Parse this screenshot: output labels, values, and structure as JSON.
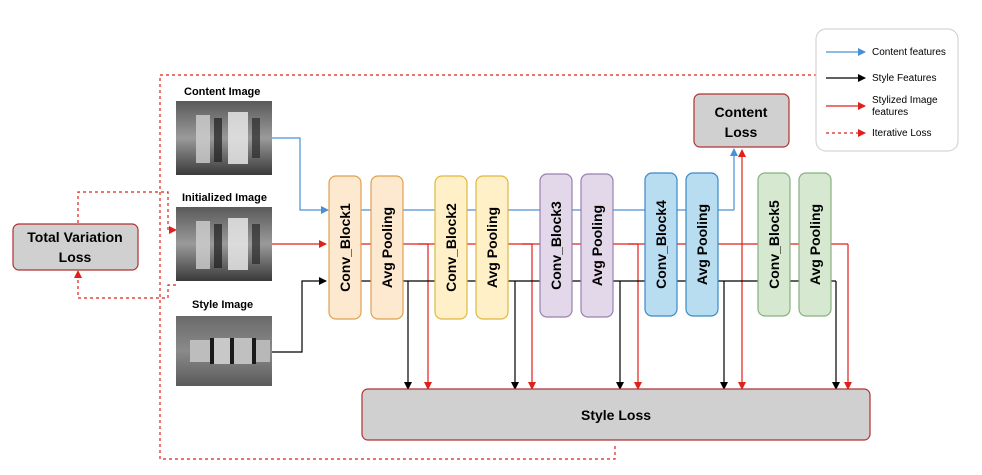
{
  "colors": {
    "content": "#4a90d9",
    "style": "#000000",
    "stylized": "#e0201a",
    "iterative": "#e0201a",
    "conv1": "#fde9cf",
    "conv2": "#fff0c8",
    "conv3": "#e2d8ea",
    "conv4": "#b8dcf0",
    "conv5": "#d6e8d0",
    "loss_box": "#d0d0d0"
  },
  "images": {
    "content_label": "Content Image",
    "initialized_label": "Initialized Image",
    "style_label": "Style Image"
  },
  "boxes": {
    "total_variation_line1": "Total Variation",
    "total_variation_line2": "Loss",
    "content_loss_line1": "Content",
    "content_loss_line2": "Loss",
    "style_loss": "Style Loss"
  },
  "blocks": [
    {
      "conv": "Conv_Block1",
      "pool": "Avg Pooling"
    },
    {
      "conv": "Conv_Block2",
      "pool": "Avg Pooling"
    },
    {
      "conv": "Conv_Block3",
      "pool": "Avg Pooling"
    },
    {
      "conv": "Conv_Block4",
      "pool": "Avg Pooling"
    },
    {
      "conv": "Conv_Block5",
      "pool": "Avg Pooling"
    }
  ],
  "legend": {
    "content": "Content features",
    "style": "Style Features",
    "stylized_line1": "Stylized Image",
    "stylized_line2": "features",
    "iterative": "Iterative Loss"
  }
}
